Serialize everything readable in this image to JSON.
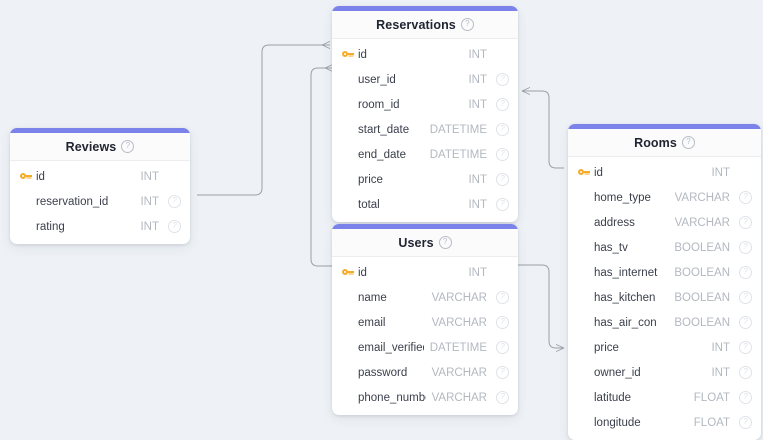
{
  "diagram": {
    "type": "entity-relationship-diagram",
    "background_color": "#eef2f6",
    "accent_color": "#7b83eb",
    "key_icon_color": "#f4ab28",
    "field_name_color": "#3a3f4b",
    "field_type_color": "#b3b8c0",
    "edge_color": "#9aa0a8",
    "info_icon": "question-circle-icon",
    "primary_key_icon": "key-icon"
  },
  "tables": [
    {
      "id": "reviews",
      "name": "Reviews",
      "info_icon": "question-circle-icon",
      "fields": [
        {
          "name": "id",
          "type": "INT",
          "primary_key": true,
          "has_icon": false
        },
        {
          "name": "reservation_id",
          "type": "INT",
          "primary_key": false,
          "has_icon": true
        },
        {
          "name": "rating",
          "type": "INT",
          "primary_key": false,
          "has_icon": true
        }
      ]
    },
    {
      "id": "reservations",
      "name": "Reservations",
      "info_icon": "question-circle-icon",
      "fields": [
        {
          "name": "id",
          "type": "INT",
          "primary_key": true,
          "has_icon": false
        },
        {
          "name": "user_id",
          "type": "INT",
          "primary_key": false,
          "has_icon": true
        },
        {
          "name": "room_id",
          "type": "INT",
          "primary_key": false,
          "has_icon": true
        },
        {
          "name": "start_date",
          "type": "DATETIME",
          "primary_key": false,
          "has_icon": true
        },
        {
          "name": "end_date",
          "type": "DATETIME",
          "primary_key": false,
          "has_icon": true
        },
        {
          "name": "price",
          "type": "INT",
          "primary_key": false,
          "has_icon": true
        },
        {
          "name": "total",
          "type": "INT",
          "primary_key": false,
          "has_icon": true
        }
      ]
    },
    {
      "id": "users",
      "name": "Users",
      "info_icon": "question-circle-icon",
      "fields": [
        {
          "name": "id",
          "type": "INT",
          "primary_key": true,
          "has_icon": false
        },
        {
          "name": "name",
          "type": "VARCHAR",
          "primary_key": false,
          "has_icon": true
        },
        {
          "name": "email",
          "type": "VARCHAR",
          "primary_key": false,
          "has_icon": true
        },
        {
          "name": "email_verified_",
          "type": "DATETIME",
          "primary_key": false,
          "has_icon": true
        },
        {
          "name": "password",
          "type": "VARCHAR",
          "primary_key": false,
          "has_icon": true
        },
        {
          "name": "phone_numbe",
          "type": "VARCHAR",
          "primary_key": false,
          "has_icon": true
        }
      ]
    },
    {
      "id": "rooms",
      "name": "Rooms",
      "info_icon": "question-circle-icon",
      "fields": [
        {
          "name": "id",
          "type": "INT",
          "primary_key": true,
          "has_icon": false
        },
        {
          "name": "home_type",
          "type": "VARCHAR",
          "primary_key": false,
          "has_icon": true
        },
        {
          "name": "address",
          "type": "VARCHAR",
          "primary_key": false,
          "has_icon": true
        },
        {
          "name": "has_tv",
          "type": "BOOLEAN",
          "primary_key": false,
          "has_icon": true
        },
        {
          "name": "has_internet",
          "type": "BOOLEAN",
          "primary_key": false,
          "has_icon": true
        },
        {
          "name": "has_kitchen",
          "type": "BOOLEAN",
          "primary_key": false,
          "has_icon": true
        },
        {
          "name": "has_air_con",
          "type": "BOOLEAN",
          "primary_key": false,
          "has_icon": true
        },
        {
          "name": "price",
          "type": "INT",
          "primary_key": false,
          "has_icon": true
        },
        {
          "name": "owner_id",
          "type": "INT",
          "primary_key": false,
          "has_icon": true
        },
        {
          "name": "latitude",
          "type": "FLOAT",
          "primary_key": false,
          "has_icon": true
        },
        {
          "name": "longitude",
          "type": "FLOAT",
          "primary_key": false,
          "has_icon": true
        }
      ]
    }
  ],
  "relationships": [
    {
      "id": "reviews-reservations",
      "from": "reviews.reservation_id",
      "to": "reservations.id"
    },
    {
      "id": "users-reservations",
      "from": "users.id",
      "to": "reservations.user_id"
    },
    {
      "id": "reservations-rooms",
      "from": "reservations.room_id",
      "to": "rooms.id"
    },
    {
      "id": "users-rooms",
      "from": "users.id",
      "to": "rooms.owner_id"
    }
  ]
}
